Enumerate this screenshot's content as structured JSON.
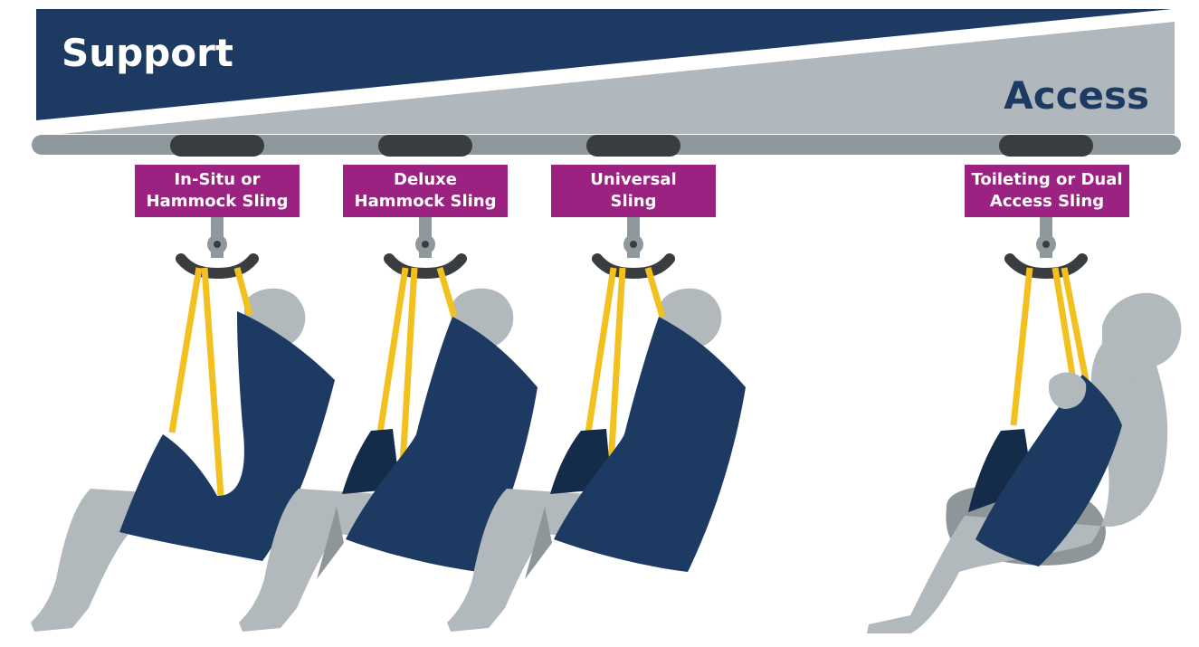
{
  "scale": {
    "support_label": "Support",
    "access_label": "Access"
  },
  "slings": [
    {
      "line1": "In-Situ or",
      "line2": "Hammock Sling"
    },
    {
      "line1": "Deluxe",
      "line2": "Hammock Sling"
    },
    {
      "line1": "Universal",
      "line2": "Sling"
    },
    {
      "line1": "Toileting or Dual",
      "line2": "Access Sling"
    }
  ],
  "colors": {
    "navy": "#1d3a63",
    "grey_wedge": "#b0b8bd",
    "rail": "#8f989d",
    "trolley": "#3a3d40",
    "label_bg": "#9c2282",
    "strap": "#f2c01f",
    "figure": "#b2b9bd",
    "figure_dark": "#8e9699",
    "sling": "#1d3a63",
    "sling_dark": "#152b4a"
  }
}
